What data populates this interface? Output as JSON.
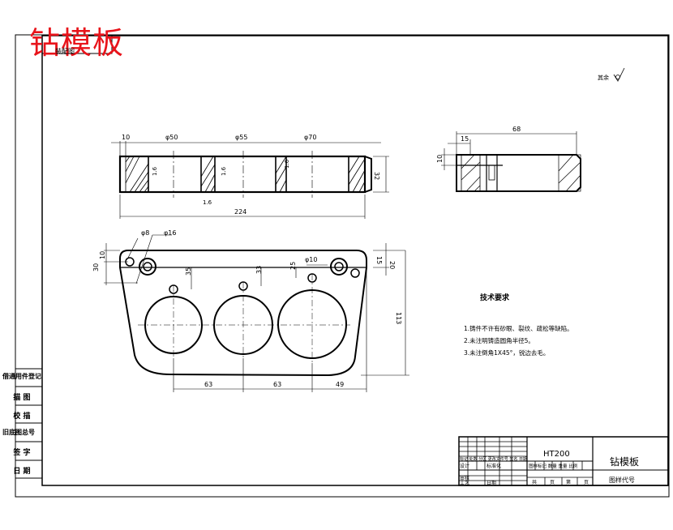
{
  "title_overlay": "钻模板",
  "top_left_box": "装配图",
  "surface_note": "其余",
  "front_view": {
    "dims_top": [
      "10",
      "φ50",
      "φ55",
      "φ70"
    ],
    "dim_bottom": "224",
    "dim_right": "32",
    "roughness_labels": [
      "1.6",
      "1.6",
      "1.6",
      "1.6"
    ]
  },
  "side_view": {
    "dim_top": "68",
    "dim_left_top": "15",
    "dim_left": "10"
  },
  "plan_view": {
    "hole_labels": [
      "φ8",
      "φ16",
      "φ10"
    ],
    "dims_left": [
      "10",
      "30"
    ],
    "dims_vertical": [
      "35",
      "33",
      "25"
    ],
    "dims_right_small": [
      "15",
      "20"
    ],
    "dim_height": "113",
    "dims_bottom": [
      "63",
      "63",
      "49"
    ]
  },
  "tech_req": {
    "title": "技术要求",
    "items": [
      "1.铸件不许有砂眼、裂纹、疏松等缺陷。",
      "2.未注明铸造圆角半径5。",
      "3.未注倒角1X45°，锐边去毛。"
    ]
  },
  "side_table": [
    "借通用件登记",
    "描  图",
    "校  描",
    "旧底图总号",
    "签  字",
    "日  期"
  ],
  "title_block": {
    "material": "HT200",
    "part_name": "钻模板",
    "drawing_code": "图样代号",
    "stage_header": "图样标记  数量  重量  比例",
    "row_labels": [
      "标记",
      "处数",
      "分区",
      "更改文件号",
      "签名",
      "日期"
    ],
    "left_labels": [
      "设计",
      "审核",
      "工艺",
      "日期"
    ],
    "sheet_info": [
      "共",
      "页",
      "第",
      "页"
    ],
    "standard": "标准化"
  }
}
